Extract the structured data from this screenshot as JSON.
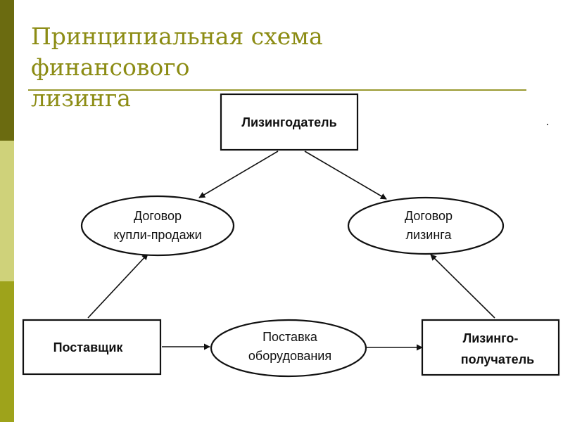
{
  "slide": {
    "title_lines": [
      "Принципиальная схема",
      "финансового",
      "лизинга"
    ]
  },
  "diagram": {
    "lessor": "Лизингодатель",
    "purchase_contract": [
      "Договор",
      "купли-продажи"
    ],
    "leasing_contract": [
      "Договор",
      "лизинга"
    ],
    "supplier": "Поставщик",
    "equipment_supply": [
      "Поставка",
      "оборудования"
    ],
    "lessee": [
      "Лизинго-",
      "получатель"
    ]
  },
  "colors": {
    "title": "#8c8c14",
    "sidebar_dark": "#6b6b10",
    "sidebar_light": "#cfd27a",
    "sidebar_mid": "#9ea31b"
  }
}
